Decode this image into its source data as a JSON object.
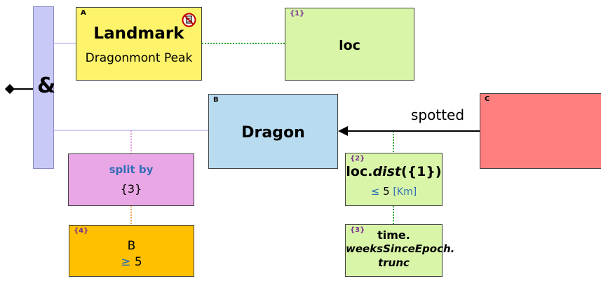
{
  "operator": {
    "symbol": "&"
  },
  "nodes": {
    "landmark": {
      "tag": "A",
      "title": "Landmark",
      "subtitle": "Dragonmont Peak",
      "badge_icon": "document-no-icon"
    },
    "loc": {
      "tag": "{1}",
      "title": "loc"
    },
    "dragon": {
      "tag": "B",
      "title": "Dragon"
    },
    "c": {
      "tag": "C"
    },
    "split": {
      "tag": "",
      "title": "split by",
      "value": "{3}"
    },
    "b_filter": {
      "tag": "{4}",
      "subject": "B",
      "operator": "≥",
      "value": "5"
    },
    "distance": {
      "tag": "{2}",
      "object": "loc",
      "method": "dist",
      "argument": "({1})",
      "operator": "≤",
      "value": "5",
      "unit": "[Km]"
    },
    "time": {
      "tag": "{3}",
      "line1": "time.",
      "line2": "weeksSinceEpoch.",
      "line3": "trunc"
    }
  },
  "edge_labels": {
    "spotted": "spotted"
  },
  "colors": {
    "operator_fill": "#c9c9f8",
    "landmark_fill": "#fef46b",
    "green_fill": "#d8f5a8",
    "dragon_fill": "#b8dbef",
    "c_fill": "#ff7f7f",
    "split_fill": "#eaa7e6",
    "orange_fill": "#ffc000",
    "blue_text": "#2f6eb5",
    "purple_tag": "#7a2f8f"
  }
}
